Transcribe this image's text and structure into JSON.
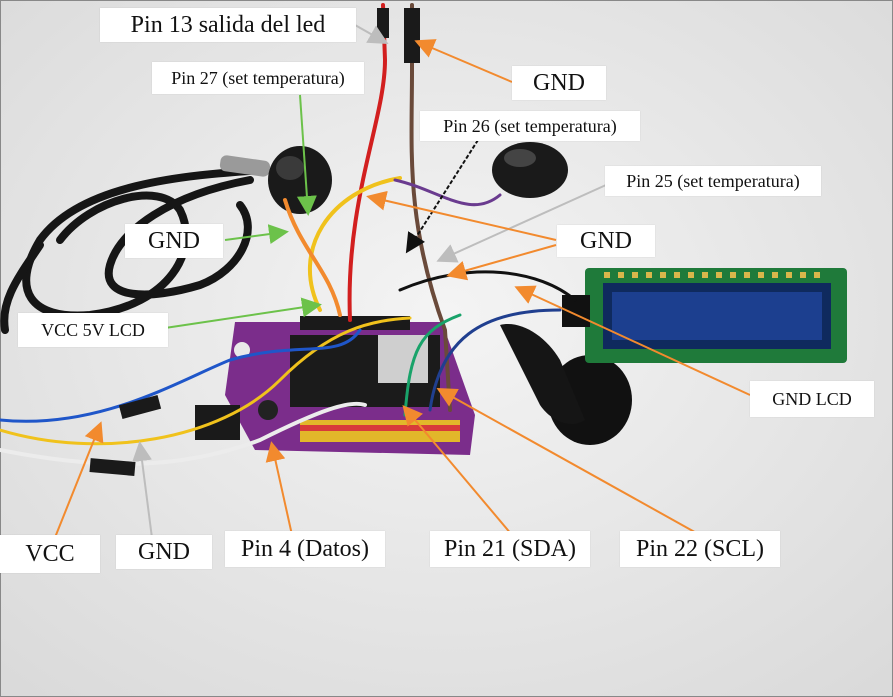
{
  "labels": {
    "pin13": "Pin 13 salida del led",
    "gnd_top": "GND",
    "pin27": "Pin 27 (set temperatura)",
    "pin26": "Pin 26 (set temperatura)",
    "pin25": "Pin 25 (set temperatura)",
    "gnd_left": "GND",
    "gnd_mid": "GND",
    "vcc5v": "VCC 5V LCD",
    "gnd_lcd": "GND  LCD",
    "vcc": "VCC",
    "gnd_bottom": "GND",
    "pin4": "Pin 4 (Datos)",
    "pin21": "Pin 21 (SDA)",
    "pin22": "Pin 22 (SCL)"
  },
  "colors": {
    "board": "#7b2d8b",
    "lcd_frame": "#1f7a3a",
    "lcd_screen": "#1c3f8f",
    "arrow_orange": "#f28a2e",
    "arrow_green": "#6cc24a",
    "arrow_gray": "#bdbdbd",
    "arrow_black": "#111111"
  }
}
